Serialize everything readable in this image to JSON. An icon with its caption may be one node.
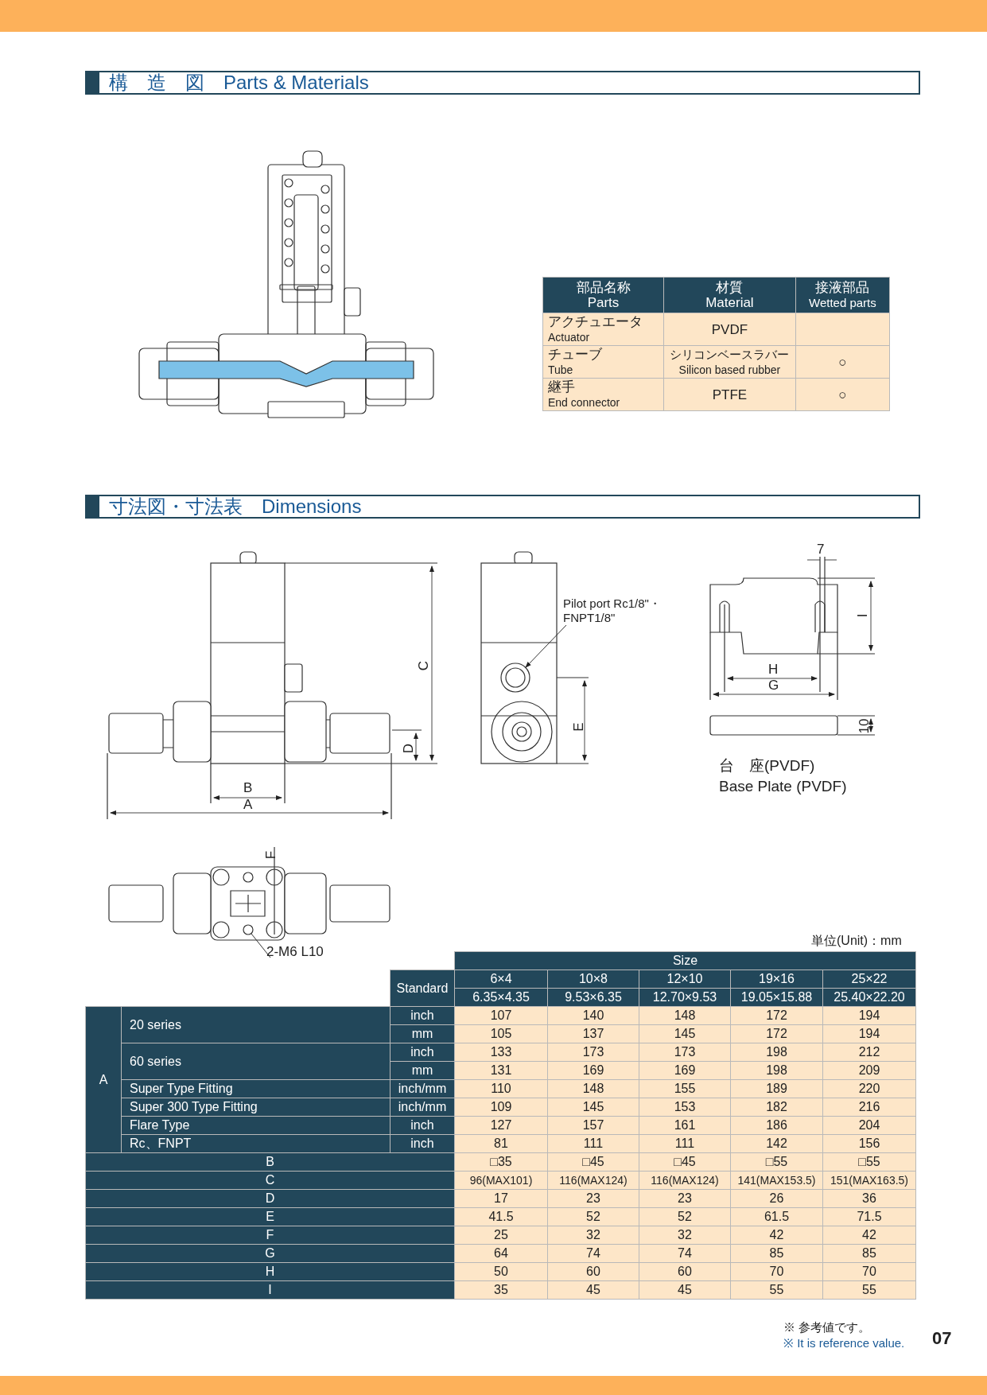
{
  "diagram": {
    "nodes": [
      {
        "text": [
          "Pilot port Rc1/8\"・ FNPT1/8\""
        ]
      },
      {
        "text": [
          "2-M6 L10"
        ]
      },
      {
        "text": [],
        "shape": "circle"
      },
      {
        "text": [],
        "shape": "circle"
      }
    ],
    "edges": [
      {
        "from": 0,
        "to": 2,
        "arrow": "to"
      },
      {
        "from": 1,
        "to": 3,
        "arrow": "none"
      }
    ],
    "labels": [
      "構　造　図　Parts & Materials",
      "部品名称",
      "Parts",
      "材質",
      "Material",
      "接液部品",
      "Wetted parts",
      "アクチュエータ",
      "Actuator",
      "PVDF",
      "チューブ",
      "Tube",
      "シリコンベースラバー",
      "Silicon based rubber",
      "○",
      "継手",
      "End connector",
      "PTFE",
      "○",
      "寸法図・寸法表　Dimensions",
      "C",
      "D",
      "B",
      "A",
      "E",
      "7",
      "I",
      "H",
      "G",
      "10",
      "台　座(PVDF)",
      "Base Plate (PVDF)",
      "F",
      "単位(Unit)：mm",
      "Size",
      "Standard",
      "6×4",
      "10×8",
      "12×10",
      "19×16",
      "25×22",
      "6.35×4.35",
      "9.53×6.35",
      "12.70×9.53",
      "19.05×15.88",
      "25.40×22.20",
      "A",
      "20 series",
      "inch",
      "107",
      "140",
      "148",
      "172",
      "194",
      "mm",
      "105",
      "137",
      "145",
      "172",
      "194",
      "60 series",
      "inch",
      "133",
      "173",
      "173",
      "198",
      "212",
      "mm",
      "131",
      "169",
      "169",
      "198",
      "209",
      "Super Type Fitting",
      "inch/mm",
      "110",
      "148",
      "155",
      "189",
      "220",
      "Super 300 Type Fitting",
      "inch/mm",
      "109",
      "145",
      "153",
      "182",
      "216",
      "Flare Type",
      "inch",
      "127",
      "157",
      "161",
      "186",
      "204",
      "Rc、FNPT",
      "inch",
      "81",
      "111",
      "111",
      "142",
      "156",
      "B",
      "□35",
      "□45",
      "□45",
      "□55",
      "□55",
      "C",
      "96(MAX101)",
      "116(MAX124)",
      "116(MAX124)",
      "141(MAX153.5)",
      "151(MAX163.5)",
      "D",
      "17",
      "23",
      "23",
      "26",
      "36",
      "E",
      "41.5",
      "52",
      "52",
      "61.5",
      "71.5",
      "F",
      "25",
      "32",
      "32",
      "42",
      "42",
      "G",
      "64",
      "74",
      "74",
      "85",
      "85",
      "H",
      "50",
      "60",
      "60",
      "70",
      "70",
      "I",
      "35",
      "45",
      "45",
      "55",
      "55",
      "※ 参考値です。",
      "※ It is reference value.",
      "07"
    ]
  }
}
